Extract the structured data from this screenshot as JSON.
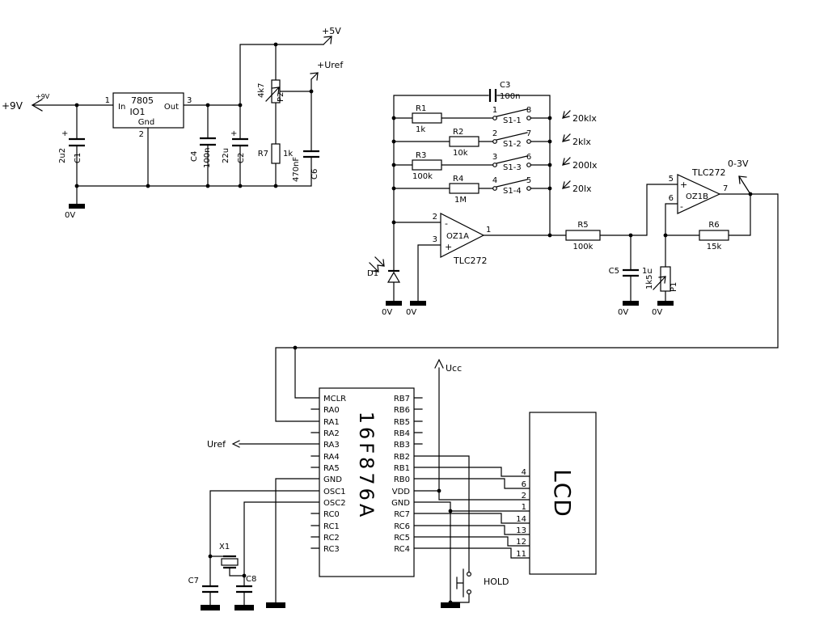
{
  "power": {
    "v9": "+9V",
    "v9_small": "+9V",
    "v5": "+5V",
    "uref": "+Uref",
    "zero": "0V",
    "io1": {
      "part": "7805",
      "ref": "IO1",
      "in": "In",
      "out": "Out",
      "gnd": "Gnd",
      "p1": "1",
      "p2": "2",
      "p3": "3"
    },
    "c1": {
      "ref": "C1",
      "value": "2u2",
      "polarity": "+"
    },
    "c4": {
      "ref": "C4",
      "value": "100n"
    },
    "c2": {
      "ref": "C2",
      "value": "22u",
      "polarity": "+"
    },
    "p2": {
      "ref": "P2",
      "value": "4k7"
    },
    "r7": {
      "ref": "R7",
      "value": "1k"
    },
    "c6": {
      "ref": "C6",
      "value": "470nF"
    }
  },
  "amp": {
    "c3": {
      "ref": "C3",
      "value": "100n"
    },
    "r1": {
      "ref": "R1",
      "value": "1k"
    },
    "r2": {
      "ref": "R2",
      "value": "10k"
    },
    "r3": {
      "ref": "R3",
      "value": "100k"
    },
    "r4": {
      "ref": "R4",
      "value": "1M"
    },
    "s1": {
      "ref": "S1-1",
      "a": "1",
      "b": "8"
    },
    "s2": {
      "ref": "S1-2",
      "a": "2",
      "b": "7"
    },
    "s3": {
      "ref": "S1-3",
      "a": "3",
      "b": "6"
    },
    "s4": {
      "ref": "S1-4",
      "a": "4",
      "b": "5"
    },
    "ranges": [
      "20klx",
      "2klx",
      "200lx",
      "20lx"
    ],
    "oz1a": {
      "ref": "OZ1A",
      "part": "TLC272",
      "inv": "2",
      "noninv": "3",
      "out": "1",
      "minus": "-",
      "plus": "+"
    },
    "oz1b": {
      "ref": "OZ1B",
      "part": "TLC272",
      "noninv": "5",
      "inv": "6",
      "out": "7",
      "minus": "-",
      "plus": "+"
    },
    "d1": {
      "ref": "D1"
    },
    "r5": {
      "ref": "R5",
      "value": "100k"
    },
    "c5": {
      "ref": "C5",
      "value": "1u"
    },
    "p1": {
      "ref": "P1",
      "value": "1k5"
    },
    "r6": {
      "ref": "R6",
      "value": "15k"
    },
    "out": "0-3V",
    "zero": "0V"
  },
  "mcu": {
    "part": "16F876A",
    "ucc": "Ucc",
    "uref": "Uref",
    "left_pins": [
      "MCLR",
      "RA0",
      "RA1",
      "RA2",
      "RA3",
      "RA4",
      "RA5",
      "GND",
      "OSC1",
      "OSC2",
      "RC0",
      "RC1",
      "RC2",
      "RC3"
    ],
    "right_pins": [
      "RB7",
      "RB6",
      "RB5",
      "RB4",
      "RB3",
      "RB2",
      "RB1",
      "RB0",
      "VDD",
      "GND",
      "RC7",
      "RC6",
      "RC5",
      "RC4"
    ],
    "x1": "X1",
    "c7": "C7",
    "c8": "C8",
    "hold": "HOLD"
  },
  "lcd": {
    "label": "LCD",
    "pins": [
      "4",
      "6",
      "2",
      "1",
      "14",
      "13",
      "12",
      "11"
    ]
  }
}
